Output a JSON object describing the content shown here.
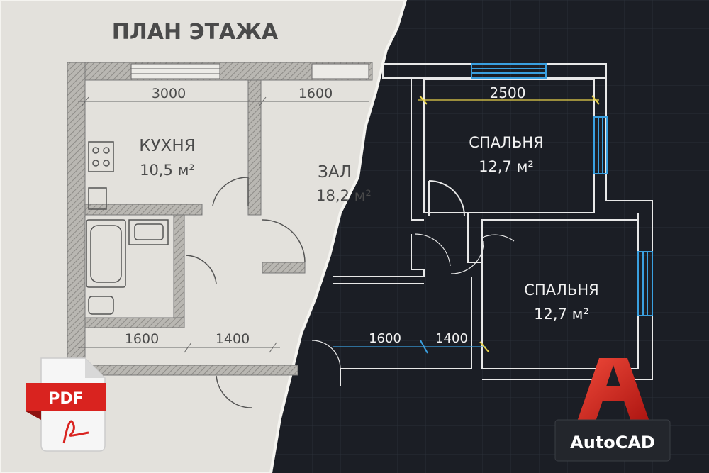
{
  "title": "ПЛАН ЭТАЖА",
  "paper_plan": {
    "rooms": [
      {
        "name": "КУХНЯ",
        "area": "10,5 м²"
      },
      {
        "name": "ЗАЛ",
        "area": "18,2 м²"
      }
    ],
    "dimensions": {
      "top_left": "3000",
      "top_right": "1600",
      "bottom_left": "1600",
      "bottom_right": "1400"
    }
  },
  "cad_plan": {
    "rooms": [
      {
        "name": "СПАЛЬНЯ",
        "area": "12,7 м²"
      },
      {
        "name": "СПАЛЬНЯ",
        "area": "12,7 м²"
      }
    ],
    "dimensions": {
      "top": "2500",
      "bottom_left": "1600",
      "bottom_right": "1400"
    }
  },
  "badges": {
    "pdf_label": "PDF",
    "autocad_label": "AutoCAD"
  },
  "colors": {
    "paper": "#e3e1dc",
    "cad_bg": "#1b1e25",
    "cad_window": "#3aa0e0",
    "dim_yellow": "#e8d24a",
    "brand_red": "#d9231f"
  }
}
